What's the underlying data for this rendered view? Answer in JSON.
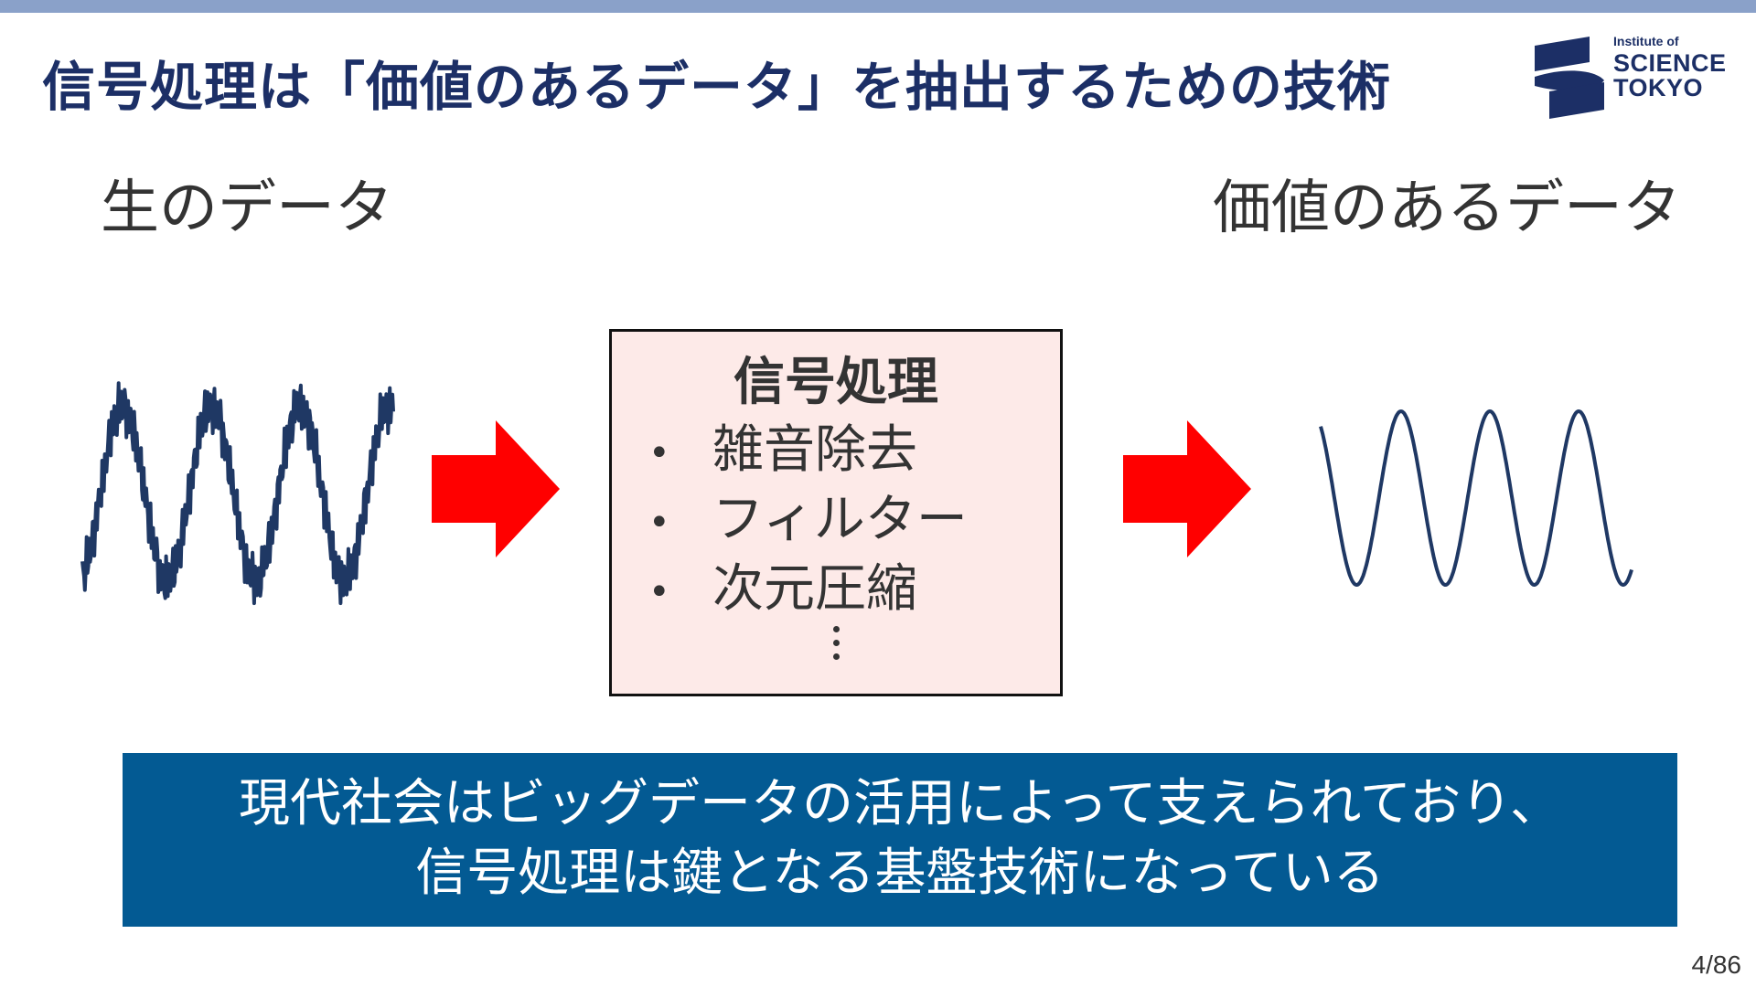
{
  "slide": {
    "title": "信号処理は「価値のあるデータ」を抽出するための技術",
    "logo": {
      "line1": "Institute of",
      "line2": "SCIENCE",
      "line3": "TOKYO"
    },
    "raw_label": "生のデータ",
    "value_label": "価値のあるデータ",
    "process": {
      "title": "信号処理",
      "items": [
        "雑音除去",
        "フィルター",
        "次元圧縮"
      ],
      "bullet": "•"
    },
    "summary": {
      "line1": "現代社会はビッグデータの活用によって支えられており、",
      "line2": "信号処理は鍵となる基盤技術になっている"
    },
    "page_number": "4/86"
  },
  "colors": {
    "title": "#1c2f66",
    "wave": "#1f3864",
    "arrow": "#ff0000",
    "process_box_bg": "#fdeae8",
    "summary_bg": "#035a93",
    "top_bar": "#8aa1c9"
  },
  "icons": {
    "logo": "science-tokyo-logo-icon",
    "arrows": "right-arrow-icon"
  }
}
